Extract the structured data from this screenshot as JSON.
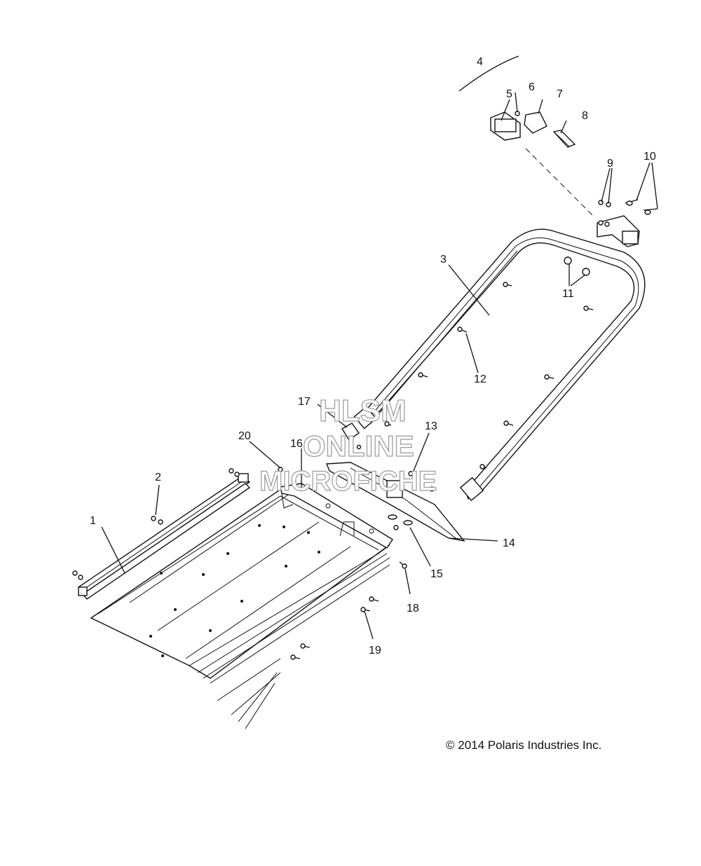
{
  "diagram": {
    "callouts": [
      {
        "id": "1",
        "text": "1"
      },
      {
        "id": "2",
        "text": "2"
      },
      {
        "id": "3",
        "text": "3"
      },
      {
        "id": "4",
        "text": "4"
      },
      {
        "id": "5",
        "text": "5"
      },
      {
        "id": "6",
        "text": "6"
      },
      {
        "id": "7",
        "text": "7"
      },
      {
        "id": "8",
        "text": "8"
      },
      {
        "id": "9",
        "text": "9"
      },
      {
        "id": "10",
        "text": "10"
      },
      {
        "id": "11",
        "text": "11"
      },
      {
        "id": "12",
        "text": "12"
      },
      {
        "id": "13",
        "text": "13"
      },
      {
        "id": "14",
        "text": "14"
      },
      {
        "id": "15",
        "text": "15"
      },
      {
        "id": "16",
        "text": "16"
      },
      {
        "id": "17",
        "text": "17"
      },
      {
        "id": "18",
        "text": "18"
      },
      {
        "id": "19",
        "text": "19"
      },
      {
        "id": "20",
        "text": "20"
      }
    ],
    "watermark": {
      "line1": "HLSM",
      "line2": "ONLINE",
      "line3": "MICROFICHE"
    },
    "copyright": "© 2014 Polaris Industries Inc."
  }
}
